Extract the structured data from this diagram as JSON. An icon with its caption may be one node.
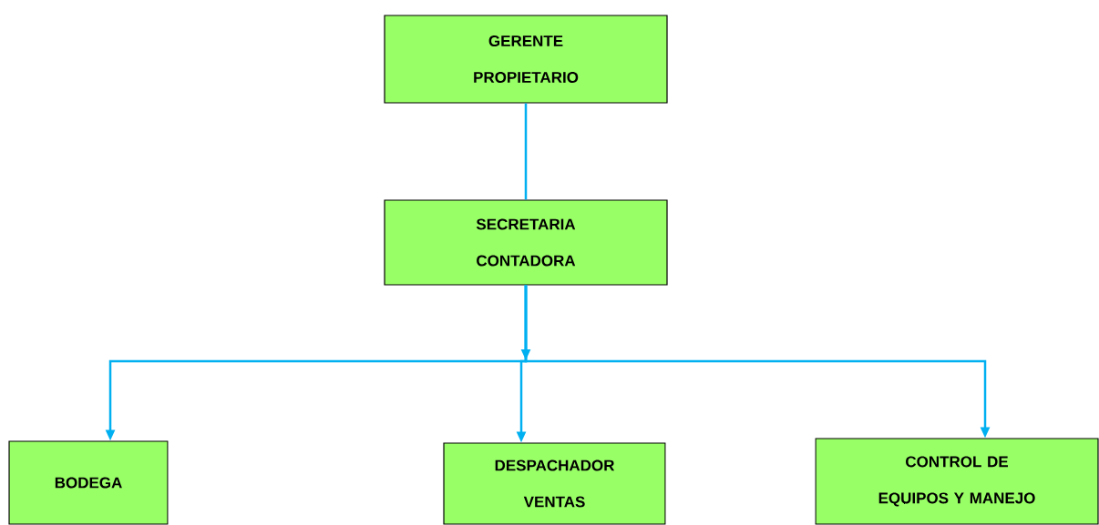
{
  "diagram": {
    "nodes": [
      {
        "text": [
          "GERENTE PROPIETARIO"
        ]
      },
      {
        "text": [
          "SECRETARIA CONTADORA"
        ]
      },
      {
        "text": [
          "BODEGA"
        ]
      },
      {
        "text": [
          "DESPACHADOR VENTAS"
        ]
      },
      {
        "text": [
          "CONTROL DE EQUIPOS Y MANEJO"
        ]
      }
    ],
    "edges": [
      {
        "from": 0,
        "to": 1,
        "arrow": "none"
      },
      {
        "from": 1,
        "to": 2,
        "arrow": "to"
      },
      {
        "from": 1,
        "to": 3,
        "arrow": "to"
      },
      {
        "from": 1,
        "to": 4,
        "arrow": "to"
      }
    ]
  }
}
